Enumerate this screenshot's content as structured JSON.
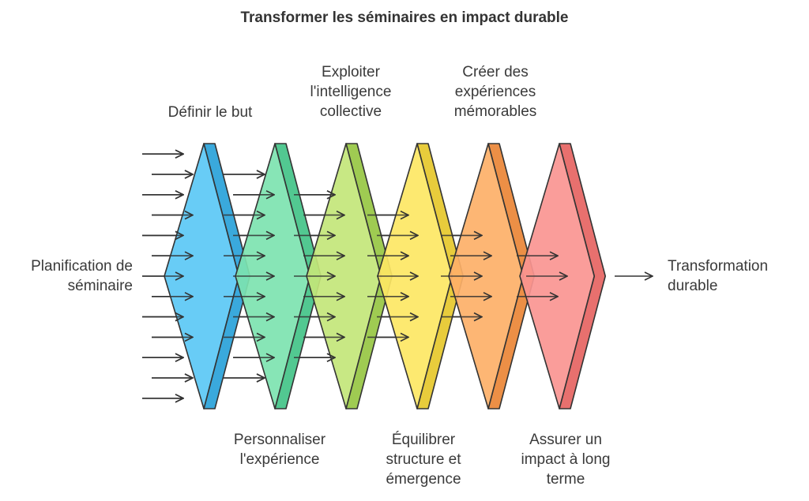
{
  "title": "Transformer les séminaires en impact durable",
  "input_label": "Planification de\nséminaire",
  "output_label": "Transformation\ndurable",
  "stages": [
    {
      "label": "Définir le but",
      "color": "#5bc8f5",
      "dark": "#3aa9dc",
      "position": "top"
    },
    {
      "label": "Personnaliser\nl'expérience",
      "color": "#7de3b0",
      "dark": "#52c891",
      "position": "bottom"
    },
    {
      "label": "Exploiter\nl'intelligence\ncollective",
      "color": "#c3e67a",
      "dark": "#9fcb52",
      "position": "top"
    },
    {
      "label": "Équilibrer\nstructure et\némergence",
      "color": "#fde764",
      "dark": "#e8cc3c",
      "position": "bottom"
    },
    {
      "label": "Créer des\nexpériences\nmémorables",
      "color": "#fdb068",
      "dark": "#ec8f46",
      "position": "top"
    },
    {
      "label": "Assurer un\nimpact à long\nterme",
      "color": "#fa9591",
      "dark": "#e8706e",
      "position": "bottom"
    }
  ],
  "arrow_counts": [
    13,
    11,
    9,
    7,
    5,
    3
  ],
  "stroke_color": "#333333"
}
